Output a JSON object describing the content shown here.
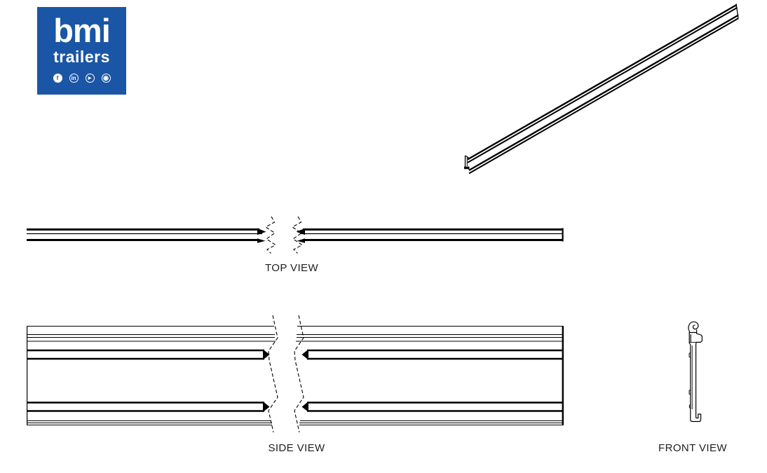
{
  "page": {
    "background": "#ffffff"
  },
  "logo": {
    "brand": "bmi",
    "tagline": "trailers",
    "bg_color": "#1a56a5",
    "text_color": "#ffffff",
    "social_icons": [
      {
        "name": "facebook",
        "glyph": "f"
      },
      {
        "name": "linkedin",
        "glyph": "in"
      },
      {
        "name": "youtube",
        "glyph": "▶"
      },
      {
        "name": "instagram",
        "glyph": "◉"
      }
    ]
  },
  "drawing": {
    "line_color": "#000000",
    "label_color": "#1f1f1f",
    "views": {
      "isometric": {
        "label": ""
      },
      "top": {
        "label": "TOP VIEW"
      },
      "side": {
        "label": "SIDE VIEW"
      },
      "front": {
        "label": "FRONT VIEW"
      }
    }
  }
}
